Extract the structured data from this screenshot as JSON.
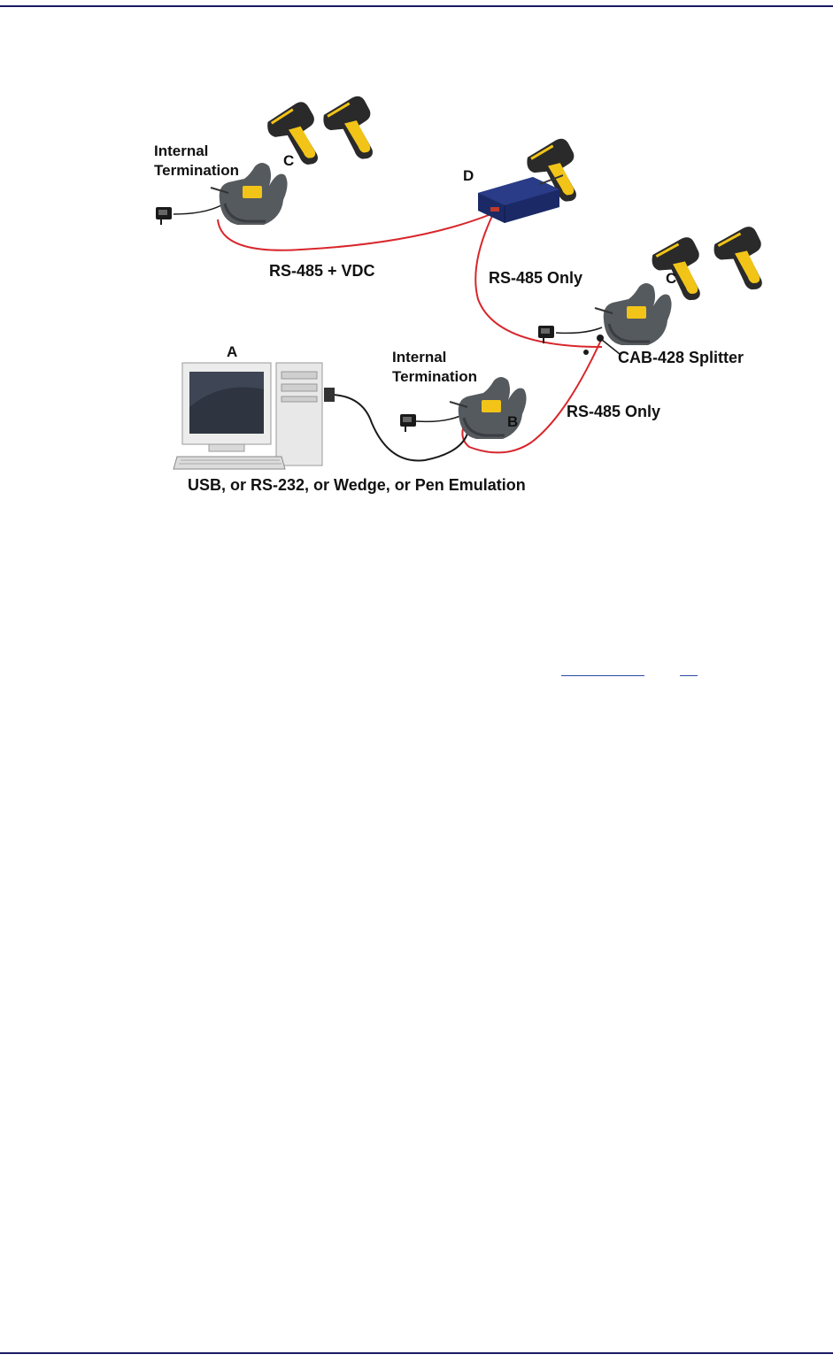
{
  "labels": {
    "internal_termination_1_line1": "Internal",
    "internal_termination_1_line2": "Termination",
    "c_top": "C",
    "d": "D",
    "rs485_vdc": "RS-485 + VDC",
    "rs485_only_1": "RS-485 Only",
    "c_right": "C",
    "cab428": "CAB-428 Splitter",
    "a": "A",
    "internal_termination_2_line1": "Internal",
    "internal_termination_2_line2": "Termination",
    "b": "B",
    "rs485_only_2": "RS-485 Only",
    "interfaces": "USB, or RS-232, or Wedge, or Pen Emulation"
  },
  "colors": {
    "rule": "#1a1a66",
    "rs485_cable": "#d8262b",
    "power_cable": "#1a1a1a",
    "scanner_yellow": "#f2c418",
    "scanner_black": "#2a2a2a",
    "cradle_gray": "#555a5e",
    "box_blue": "#1b2a66"
  },
  "icons": [
    "scanner-icon",
    "cradle-icon",
    "power-adapter-icon",
    "pc-icon",
    "master-box-icon"
  ]
}
